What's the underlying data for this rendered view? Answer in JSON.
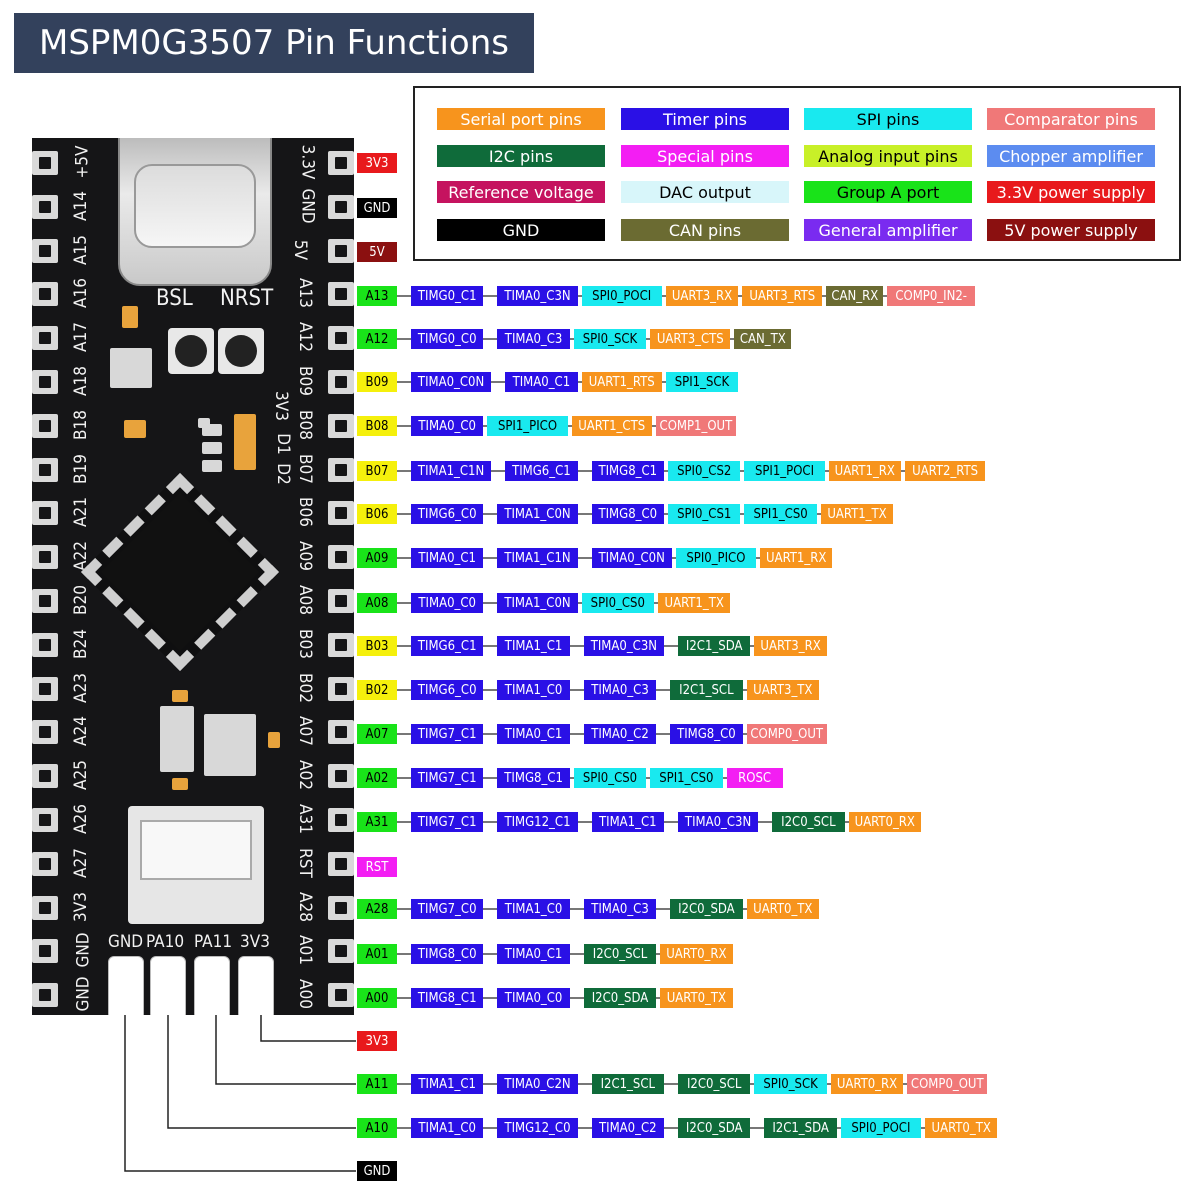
{
  "title": "MSPM0G3507 Pin Functions",
  "colors": {
    "uart": "#f7941d",
    "timer": "#2a10e6",
    "spi": "#19e9ef",
    "comp": "#f07878",
    "i2c": "#0f6b3a",
    "special": "#f31ef3",
    "analog": "#c8f028",
    "chopper": "#5c8cf0",
    "ref": "#c5135f",
    "dac": "#d8f6fa",
    "groupA": "#19e319",
    "p33": "#e8191c",
    "gnd": "#000000",
    "can": "#6b6b32",
    "genamp": "#7a2bf0",
    "p5": "#8b1010",
    "groupB": "#f5f00c"
  },
  "legend": [
    {
      "label": "Serial port pins",
      "color": "uart"
    },
    {
      "label": "Timer pins",
      "color": "timer"
    },
    {
      "label": "SPI pins",
      "color": "spi"
    },
    {
      "label": "Comparator pins",
      "color": "comp"
    },
    {
      "label": "I2C pins",
      "color": "i2c"
    },
    {
      "label": "Special pins",
      "color": "special"
    },
    {
      "label": "Analog input pins",
      "color": "analog"
    },
    {
      "label": "Chopper amplifier",
      "color": "chopper"
    },
    {
      "label": "Reference voltage",
      "color": "ref"
    },
    {
      "label": "DAC output",
      "color": "dac"
    },
    {
      "label": "Group A port",
      "color": "groupA"
    },
    {
      "label": "3.3V power supply",
      "color": "p33"
    },
    {
      "label": "GND",
      "color": "gnd"
    },
    {
      "label": "CAN pins",
      "color": "can"
    },
    {
      "label": "General amplifier",
      "color": "genamp"
    },
    {
      "label": "5V power supply",
      "color": "p5"
    }
  ],
  "board": {
    "left_pins": [
      "+5V",
      "A14",
      "A15",
      "A16",
      "A17",
      "A18",
      "B18",
      "B19",
      "A21",
      "A22",
      "B20",
      "B24",
      "A23",
      "A24",
      "A25",
      "A26",
      "A27",
      "3V3",
      "GND",
      "GND"
    ],
    "right_pins": [
      "3.3V",
      "GND",
      "5V",
      "A13",
      "A12",
      "B09",
      "B08",
      "B07",
      "B06",
      "A09",
      "A08",
      "B03",
      "B02",
      "A07",
      "A02",
      "A31",
      "RST",
      "A28",
      "A01",
      "A00"
    ],
    "buttons": [
      "BSL",
      "NRST"
    ],
    "side_labels": [
      "3V3",
      "D1",
      "D2"
    ],
    "swd_labels": [
      "GND",
      "PA10",
      "PA11",
      "3V3"
    ]
  },
  "rows": [
    {
      "pin": {
        "t": "3V3",
        "c": "p33"
      },
      "funcs": []
    },
    {
      "pin": {
        "t": "GND",
        "c": "gnd"
      },
      "funcs": []
    },
    {
      "pin": {
        "t": "5V",
        "c": "p5"
      },
      "funcs": []
    },
    {
      "pin": {
        "t": "A13",
        "c": "groupA"
      },
      "funcs": [
        {
          "t": "TIMG0_C1",
          "c": "timer"
        },
        {
          "t": "TIMA0_C3N",
          "c": "timer"
        },
        {
          "t": "SPI0_POCI",
          "c": "spi"
        },
        {
          "t": "UART3_RX",
          "c": "uart"
        },
        {
          "t": "UART3_RTS",
          "c": "uart"
        },
        {
          "t": "CAN_RX",
          "c": "can"
        },
        {
          "t": "COMP0_IN2-",
          "c": "comp"
        }
      ]
    },
    {
      "pin": {
        "t": "A12",
        "c": "groupA"
      },
      "funcs": [
        {
          "t": "TIMG0_C0",
          "c": "timer"
        },
        {
          "t": "TIMA0_C3",
          "c": "timer"
        },
        {
          "t": "SPI0_SCK",
          "c": "spi"
        },
        {
          "t": "UART3_CTS",
          "c": "uart"
        },
        {
          "t": "CAN_TX",
          "c": "can"
        }
      ]
    },
    {
      "pin": {
        "t": "B09",
        "c": "groupB"
      },
      "funcs": [
        {
          "t": "TIMA0_C0N",
          "c": "timer"
        },
        {
          "t": "TIMA0_C1",
          "c": "timer"
        },
        {
          "t": "UART1_RTS",
          "c": "uart"
        },
        {
          "t": "SPI1_SCK",
          "c": "spi"
        }
      ]
    },
    {
      "pin": {
        "t": "B08",
        "c": "groupB"
      },
      "funcs": [
        {
          "t": "TIMA0_C0",
          "c": "timer"
        },
        {
          "t": "SPI1_PICO",
          "c": "spi"
        },
        {
          "t": "UART1_CTS",
          "c": "uart"
        },
        {
          "t": "COMP1_OUT",
          "c": "comp"
        }
      ]
    },
    {
      "pin": {
        "t": "B07",
        "c": "groupB"
      },
      "funcs": [
        {
          "t": "TIMA1_C1N",
          "c": "timer"
        },
        {
          "t": "TIMG6_C1",
          "c": "timer"
        },
        {
          "t": "TIMG8_C1",
          "c": "timer"
        },
        {
          "t": "SPI0_CS2",
          "c": "spi"
        },
        {
          "t": "SPI1_POCI",
          "c": "spi"
        },
        {
          "t": "UART1_RX",
          "c": "uart"
        },
        {
          "t": "UART2_RTS",
          "c": "uart"
        }
      ]
    },
    {
      "pin": {
        "t": "B06",
        "c": "groupB"
      },
      "funcs": [
        {
          "t": "TIMG6_C0",
          "c": "timer"
        },
        {
          "t": "TIMA1_C0N",
          "c": "timer"
        },
        {
          "t": "TIMG8_C0",
          "c": "timer"
        },
        {
          "t": "SPI0_CS1",
          "c": "spi"
        },
        {
          "t": "SPI1_CS0",
          "c": "spi"
        },
        {
          "t": "UART1_TX",
          "c": "uart"
        }
      ]
    },
    {
      "pin": {
        "t": "A09",
        "c": "groupA"
      },
      "funcs": [
        {
          "t": "TIMA0_C1",
          "c": "timer"
        },
        {
          "t": "TIMA1_C1N",
          "c": "timer"
        },
        {
          "t": "TIMA0_C0N",
          "c": "timer"
        },
        {
          "t": "SPI0_PICO",
          "c": "spi"
        },
        {
          "t": "UART1_RX",
          "c": "uart"
        }
      ]
    },
    {
      "pin": {
        "t": "A08",
        "c": "groupA"
      },
      "funcs": [
        {
          "t": "TIMA0_C0",
          "c": "timer"
        },
        {
          "t": "TIMA1_C0N",
          "c": "timer"
        },
        {
          "t": "SPI0_CS0",
          "c": "spi"
        },
        {
          "t": "UART1_TX",
          "c": "uart"
        }
      ]
    },
    {
      "pin": {
        "t": "B03",
        "c": "groupB"
      },
      "funcs": [
        {
          "t": "TIMG6_C1",
          "c": "timer"
        },
        {
          "t": "TIMA1_C1",
          "c": "timer"
        },
        {
          "t": "TIMA0_C3N",
          "c": "timer"
        },
        {
          "t": "I2C1_SDA",
          "c": "i2c"
        },
        {
          "t": "UART3_RX",
          "c": "uart"
        }
      ]
    },
    {
      "pin": {
        "t": "B02",
        "c": "groupB"
      },
      "funcs": [
        {
          "t": "TIMG6_C0",
          "c": "timer"
        },
        {
          "t": "TIMA1_C0",
          "c": "timer"
        },
        {
          "t": "TIMA0_C3",
          "c": "timer"
        },
        {
          "t": "I2C1_SCL",
          "c": "i2c"
        },
        {
          "t": "UART3_TX",
          "c": "uart"
        }
      ]
    },
    {
      "pin": {
        "t": "A07",
        "c": "groupA"
      },
      "funcs": [
        {
          "t": "TIMG7_C1",
          "c": "timer"
        },
        {
          "t": "TIMA0_C1",
          "c": "timer"
        },
        {
          "t": "TIMA0_C2",
          "c": "timer"
        },
        {
          "t": "TIMG8_C0",
          "c": "timer"
        },
        {
          "t": "COMP0_OUT",
          "c": "comp"
        }
      ]
    },
    {
      "pin": {
        "t": "A02",
        "c": "groupA"
      },
      "funcs": [
        {
          "t": "TIMG7_C1",
          "c": "timer"
        },
        {
          "t": "TIMG8_C1",
          "c": "timer"
        },
        {
          "t": "SPI0_CS0",
          "c": "spi"
        },
        {
          "t": "SPI1_CS0",
          "c": "spi"
        },
        {
          "t": "ROSC",
          "c": "special"
        }
      ]
    },
    {
      "pin": {
        "t": "A31",
        "c": "groupA"
      },
      "funcs": [
        {
          "t": "TIMG7_C1",
          "c": "timer"
        },
        {
          "t": "TIMG12_C1",
          "c": "timer"
        },
        {
          "t": "TIMA1_C1",
          "c": "timer"
        },
        {
          "t": "TIMA0_C3N",
          "c": "timer"
        },
        {
          "t": "I2C0_SCL",
          "c": "i2c"
        },
        {
          "t": "UART0_RX",
          "c": "uart"
        }
      ]
    },
    {
      "pin": {
        "t": "RST",
        "c": "special"
      },
      "funcs": []
    },
    {
      "pin": {
        "t": "A28",
        "c": "groupA"
      },
      "funcs": [
        {
          "t": "TIMG7_C0",
          "c": "timer"
        },
        {
          "t": "TIMA1_C0",
          "c": "timer"
        },
        {
          "t": "TIMA0_C3",
          "c": "timer"
        },
        {
          "t": "I2C0_SDA",
          "c": "i2c"
        },
        {
          "t": "UART0_TX",
          "c": "uart"
        }
      ]
    },
    {
      "pin": {
        "t": "A01",
        "c": "groupA"
      },
      "funcs": [
        {
          "t": "TIMG8_C0",
          "c": "timer"
        },
        {
          "t": "TIMA0_C1",
          "c": "timer"
        },
        {
          "t": "I2C0_SCL",
          "c": "i2c"
        },
        {
          "t": "UART0_RX",
          "c": "uart"
        }
      ]
    },
    {
      "pin": {
        "t": "A00",
        "c": "groupA"
      },
      "funcs": [
        {
          "t": "TIMG8_C1",
          "c": "timer"
        },
        {
          "t": "TIMA0_C0",
          "c": "timer"
        },
        {
          "t": "I2C0_SDA",
          "c": "i2c"
        },
        {
          "t": "UART0_TX",
          "c": "uart"
        }
      ]
    },
    {
      "pin": {
        "t": "3V3",
        "c": "p33"
      },
      "funcs": []
    },
    {
      "pin": {
        "t": "A11",
        "c": "groupA"
      },
      "funcs": [
        {
          "t": "TIMA1_C1",
          "c": "timer"
        },
        {
          "t": "TIMA0_C2N",
          "c": "timer"
        },
        {
          "t": "I2C1_SCL",
          "c": "i2c"
        },
        {
          "t": "I2C0_SCL",
          "c": "i2c"
        },
        {
          "t": "SPI0_SCK",
          "c": "spi"
        },
        {
          "t": "UART0_RX",
          "c": "uart"
        },
        {
          "t": "COMP0_OUT",
          "c": "comp"
        }
      ]
    },
    {
      "pin": {
        "t": "A10",
        "c": "groupA"
      },
      "funcs": [
        {
          "t": "TIMA1_C0",
          "c": "timer"
        },
        {
          "t": "TIMG12_C0",
          "c": "timer"
        },
        {
          "t": "TIMA0_C2",
          "c": "timer"
        },
        {
          "t": "I2C0_SDA",
          "c": "i2c"
        },
        {
          "t": "I2C1_SDA",
          "c": "i2c"
        },
        {
          "t": "SPI0_POCI",
          "c": "spi"
        },
        {
          "t": "UART0_TX",
          "c": "uart"
        }
      ]
    },
    {
      "pin": {
        "t": "GND",
        "c": "gnd"
      },
      "funcs": []
    }
  ]
}
